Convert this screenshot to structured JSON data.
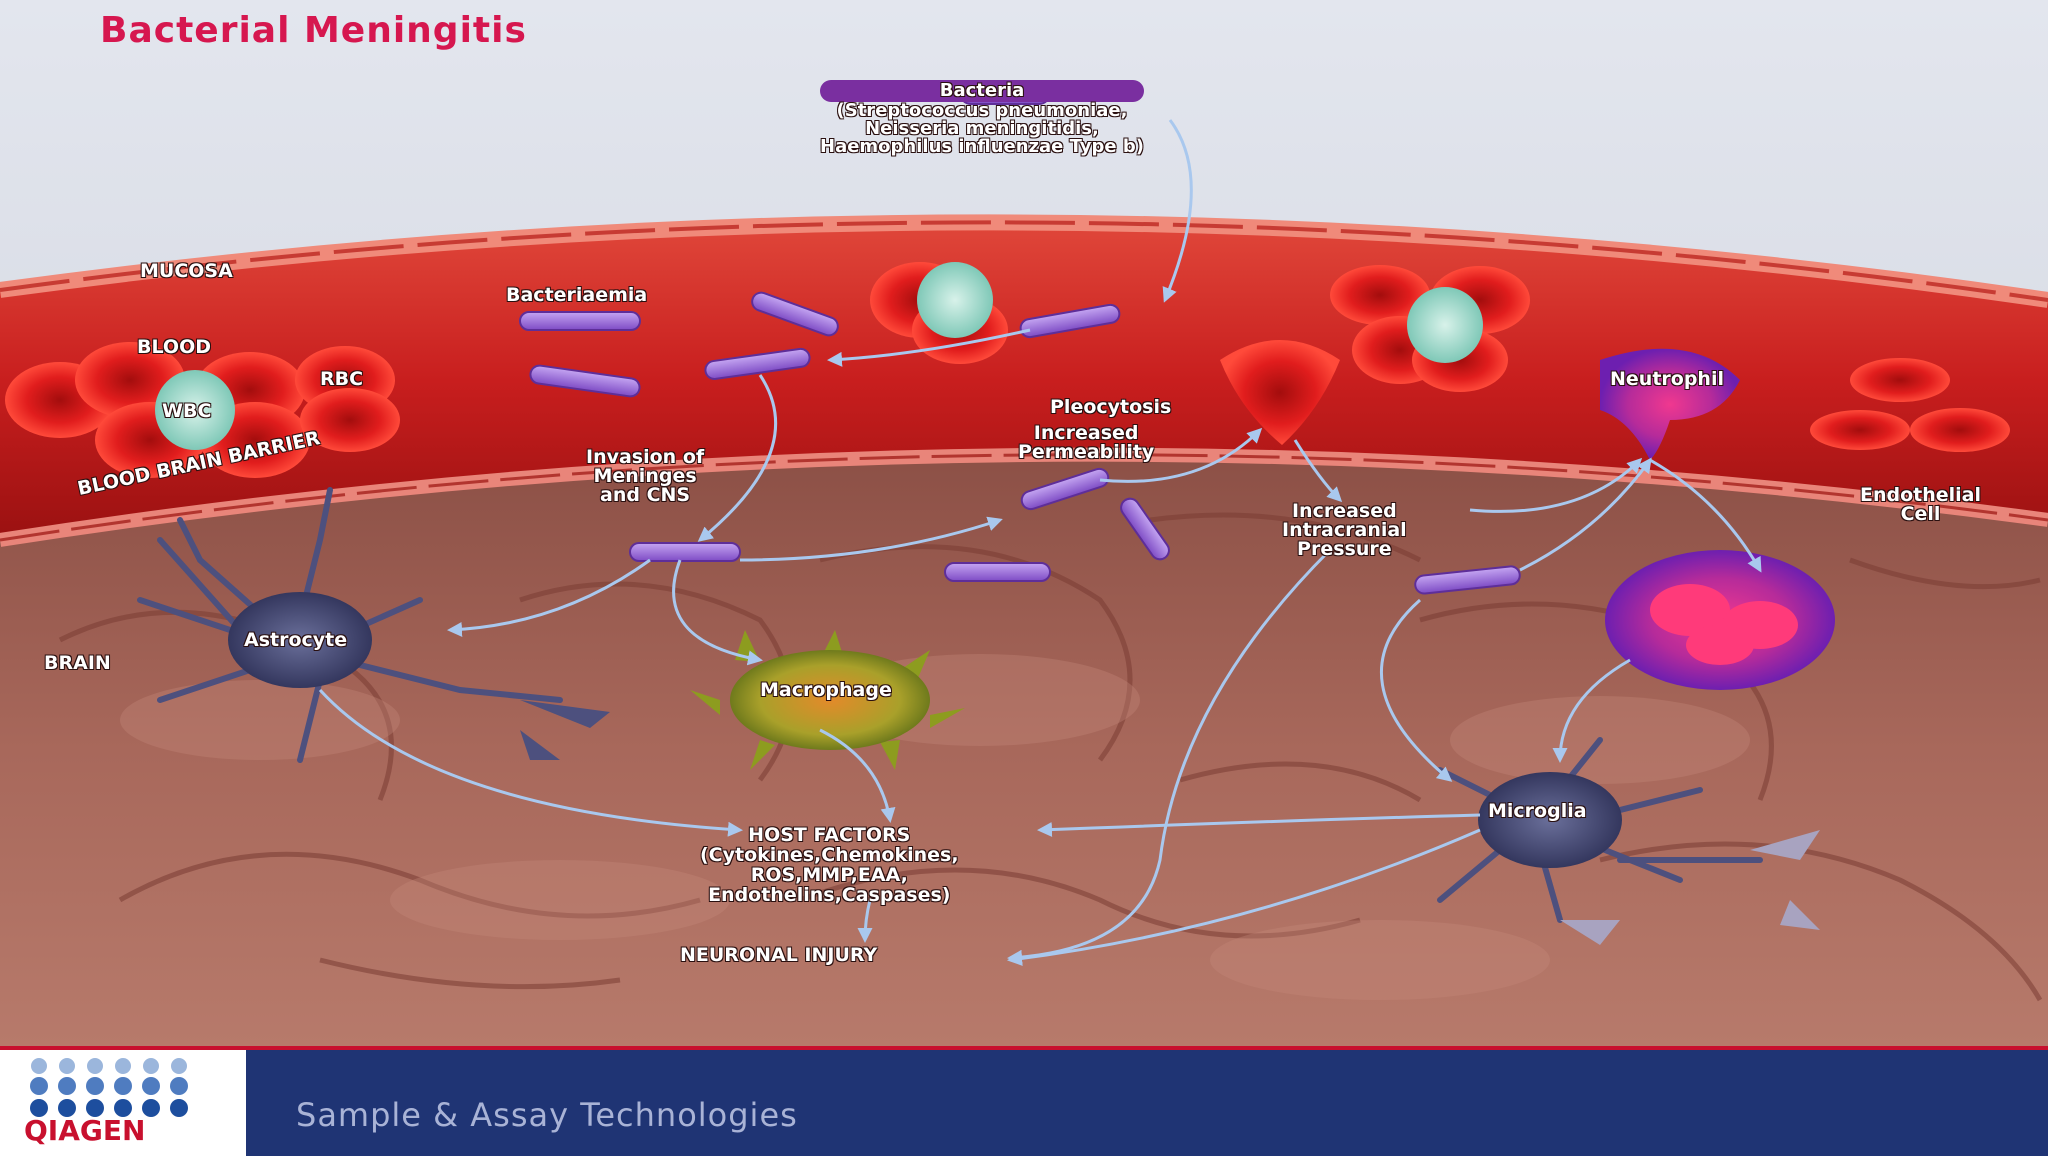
{
  "title": "Bacterial Meningitis",
  "labels": {
    "bacteria_title": "Bacteria",
    "bacteria_species": [
      "(Streptococcus pneumoniae,",
      "Neisseria meningitidis,",
      "Haemophilus influenzae Type b)"
    ],
    "mucosa": "MUCOSA",
    "blood": "BLOOD",
    "bacteriaemia": "Bacteriaemia",
    "rbc": "RBC",
    "wbc": "WBC",
    "blood_brain_barrier": "BLOOD BRAIN BARRIER",
    "brain": "BRAIN",
    "invasion": [
      "Invasion of",
      "Meninges",
      "and CNS"
    ],
    "pleocytosis": "Pleocytosis",
    "increased_permeability": [
      "Increased",
      "Permeability"
    ],
    "increased_icp": [
      "Increased",
      "Intracranial",
      "Pressure"
    ],
    "neutrophil": "Neutrophil",
    "endothelial_cell": [
      "Endothelial",
      "Cell"
    ],
    "astrocyte": "Astrocyte",
    "macrophage": "Macrophage",
    "microglia": "Microglia",
    "host_factors": "HOST FACTORS",
    "host_factors_detail": [
      "(Cytokines,Chemokines,",
      "ROS,MMP,EAA,",
      "Endothelins,Caspases)"
    ],
    "neuronal_injury": "NEURONAL INJURY"
  },
  "footer": {
    "logo": "QIAGEN",
    "tagline": "Sample & Assay Technologies"
  },
  "colors": {
    "title": "#d6174f",
    "footer_bg": "#1f3474",
    "footer_accent": "#c8102e",
    "arrow": "#a9c8ee",
    "bacteria": "#9b6fd6"
  }
}
